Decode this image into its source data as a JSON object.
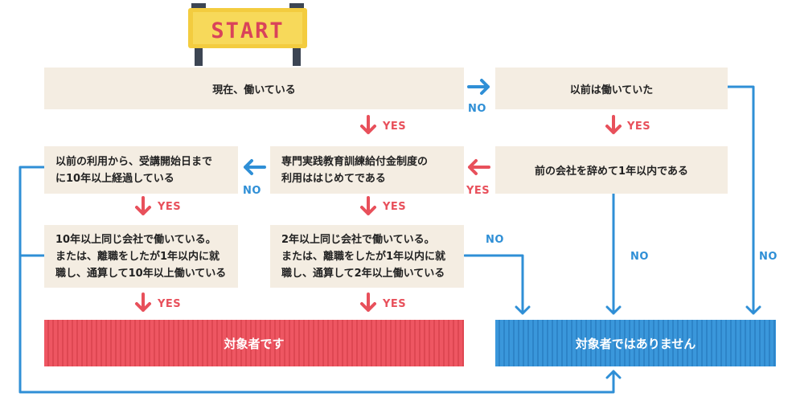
{
  "start": {
    "label": "START"
  },
  "boxes": {
    "currently_working": "現在、働いている",
    "previously_worked": "以前は働いていた",
    "quit_within_year": "前の会社を辞めて1年以内である",
    "first_time_use": "専門実践教育訓練給付金制度の\n利用ははじめてである",
    "ten_years_since_last": "以前の利用から、受講開始日まで\nに10年以上経過している",
    "ten_years_same_company": "10年以上同じ会社で働いている。\nまたは、離職をしたが1年以内に就\n職し、通算して10年以上働いている",
    "two_years_same_company": "2年以上同じ会社で働いている。\nまたは、離職をしたが1年以内に就\n職し、通算して2年以上働いている"
  },
  "results": {
    "eligible": "対象者です",
    "not_eligible": "対象者ではありません"
  },
  "labels": {
    "yes": "YES",
    "no": "NO"
  },
  "colors": {
    "yes": "#e8505b",
    "no": "#2f8fd6",
    "box_bg": "#f4ede2",
    "banner_yellow": "#f3cc3f",
    "banner_text": "#d9435a"
  }
}
